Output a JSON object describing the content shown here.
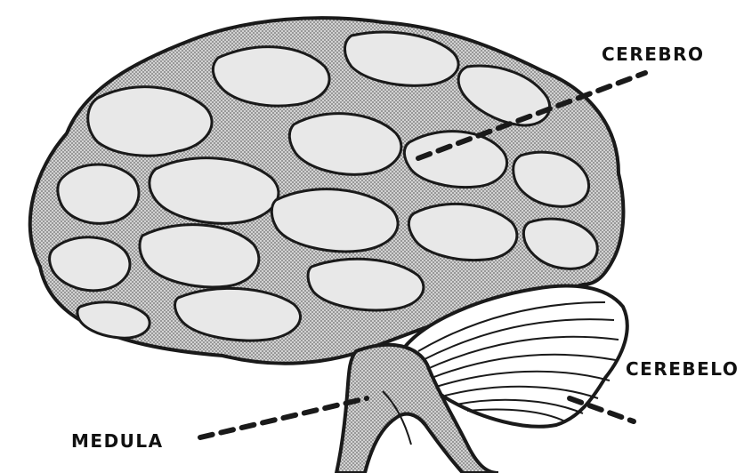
{
  "labels": {
    "cerebro": "CEREBRO",
    "cerebelo": "CEREBELO",
    "medula": "MEDULA"
  },
  "colors": {
    "outline": "#1a1a1a",
    "background": "#ffffff",
    "shade": "#b9b9b9",
    "highlight": "#e6e6e6"
  },
  "icons": {
    "brain": "brain-illustration"
  }
}
